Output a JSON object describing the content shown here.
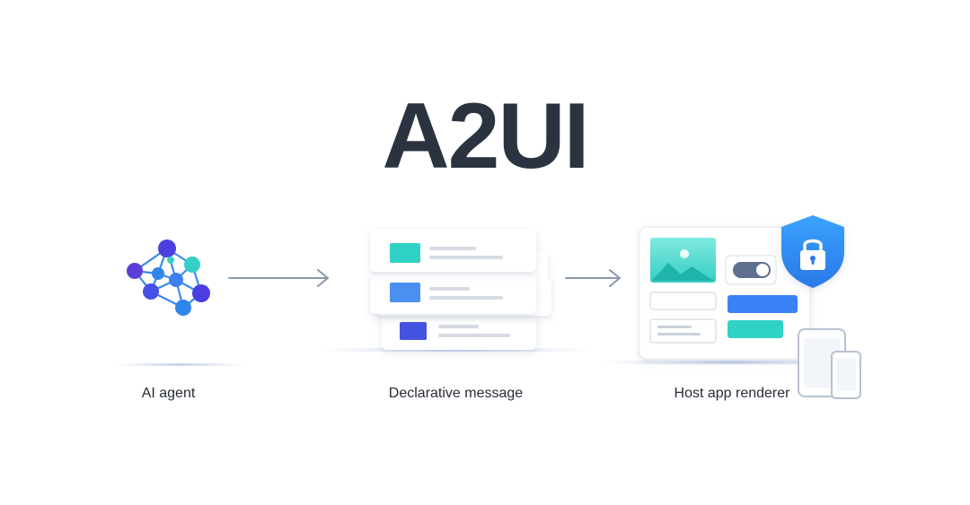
{
  "title": "A2UI",
  "steps": {
    "agent": {
      "label": "AI agent",
      "icon": "neural-network-icon"
    },
    "message": {
      "label": "Declarative message",
      "icon": "stacked-message-cards-icon"
    },
    "renderer": {
      "label": "Host app renderer",
      "icon": "app-window-icon"
    }
  },
  "icons": {
    "security": "shield-lock-icon",
    "devices": "mobile-devices-icon",
    "flow": "arrow-right-icon"
  },
  "colors": {
    "title": "#2b3340",
    "text": "#262c36",
    "teal": "#30d2c5",
    "blue": "#3b82f6",
    "indigo": "#4454e0",
    "purple": "#5a3fd8",
    "shield": "#2f8ef0",
    "arrow": "#8a97ab"
  }
}
